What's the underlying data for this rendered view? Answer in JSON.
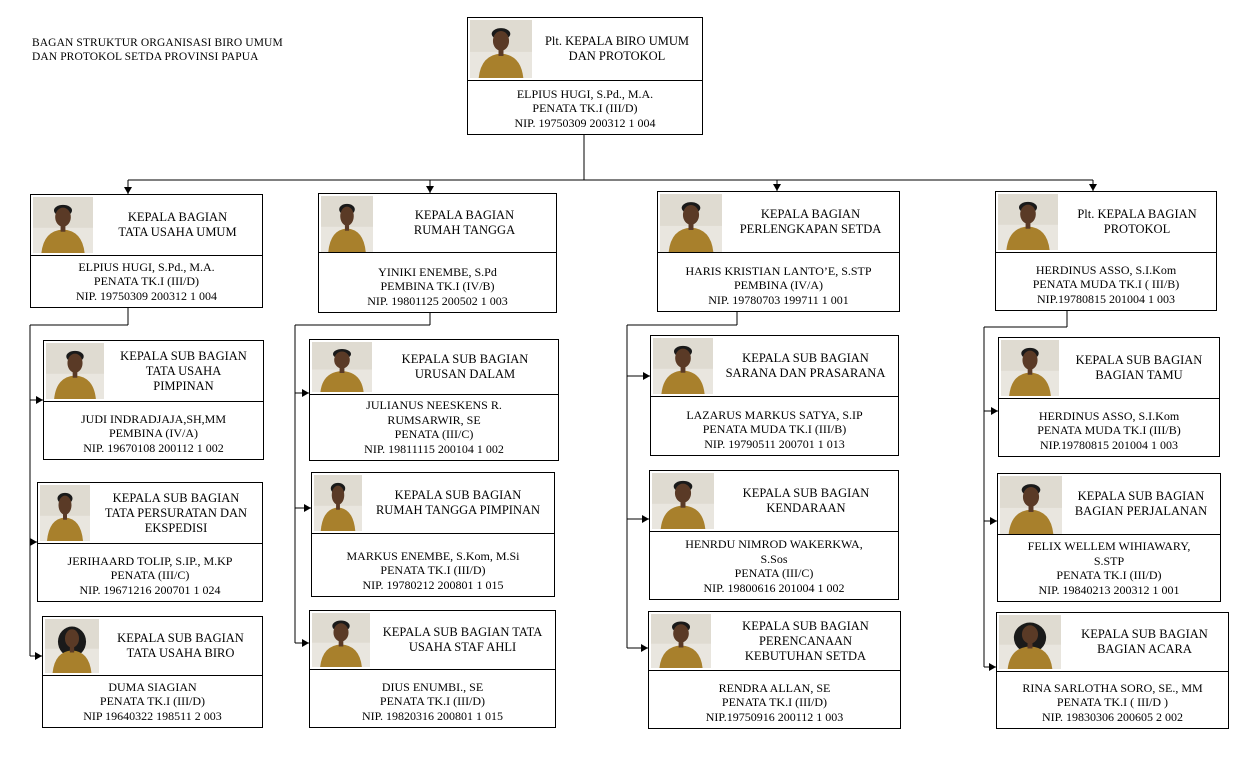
{
  "page_title": [
    "BAGAN STRUKTUR ORGANISASI BIRO UMUM",
    "DAN PROTOKOL SETDA PROVINSI PAPUA"
  ],
  "colors": {
    "line": "#000000",
    "uniform": "#a8802c",
    "skin": "#5a3a26",
    "hair": "#1a1a1a",
    "background_photo": "#e9e6df"
  },
  "units": [
    {
      "id": "head",
      "title": [
        "Plt. KEPALA BIRO UMUM",
        "DAN PROTOKOL"
      ],
      "name": [
        "ELPIUS HUGI, S.Pd., M.A."
      ],
      "rank": "PENATA TK.I (III/D)",
      "nip": "NIP. 19750309 200312 1 004"
    },
    {
      "id": "tu",
      "title": [
        "KEPALA BAGIAN",
        "TATA USAHA UMUM"
      ],
      "name": [
        "ELPIUS HUGI, S.Pd., M.A."
      ],
      "rank": "PENATA TK.I (III/D)",
      "nip": "NIP. 19750309 200312 1 004"
    },
    {
      "id": "rt",
      "title": [
        "KEPALA BAGIAN",
        "RUMAH TANGGA"
      ],
      "name": [
        "YINIKI ENEMBE, S.Pd"
      ],
      "rank": "PEMBINA TK.I (IV/B)",
      "nip": "NIP. 19801125 200502 1 003"
    },
    {
      "id": "pl",
      "title": [
        "KEPALA BAGIAN",
        "PERLENGKAPAN SETDA"
      ],
      "name": [
        "HARIS KRISTIAN LANTO’E, S.STP"
      ],
      "rank": "PEMBINA   (IV/A)",
      "nip": "NIP. 19780703 199711 1 001"
    },
    {
      "id": "pr",
      "title": [
        "Plt. KEPALA BAGIAN",
        "PROTOKOL"
      ],
      "name": [
        "HERDINUS ASSO, S.I.Kom"
      ],
      "rank": "PENATA MUDA TK.I ( III/B)",
      "nip": "NIP.19780815 201004 1 003"
    },
    {
      "id": "tu1",
      "title": [
        "KEPALA SUB BAGIAN",
        "TATA USAHA",
        "PIMPINAN"
      ],
      "name": [
        "JUDI INDRADJAJA,SH,MM"
      ],
      "rank": "PEMBINA  (IV/A)",
      "nip": "NIP. 19670108 200112 1 002"
    },
    {
      "id": "tu2",
      "title": [
        "KEPALA SUB BAGIAN",
        "TATA PERSURATAN DAN",
        "EKSPEDISI"
      ],
      "name": [
        "JERIHAARD TOLIP, S.IP., M.KP"
      ],
      "rank": "PENATA  (III/C)",
      "nip": "NIP. 19671216 200701 1 024"
    },
    {
      "id": "tu3",
      "title": [
        "KEPALA SUB BAGIAN",
        "TATA USAHA BIRO"
      ],
      "name": [
        "DUMA SIAGIAN"
      ],
      "rank": "PENATA TK.I (III/D)",
      "nip": "NIP 19640322 198511 2 003"
    },
    {
      "id": "rt1",
      "title": [
        "KEPALA SUB BAGIAN",
        "URUSAN DALAM"
      ],
      "name": [
        "JULIANUS NEESKENS R.",
        "RUMSARWIR, SE"
      ],
      "rank": "PENATA  (III/C)",
      "nip": "NIP. 19811115 200104 1 002"
    },
    {
      "id": "rt2",
      "title": [
        "KEPALA SUB BAGIAN",
        "RUMAH TANGGA PIMPINAN"
      ],
      "name": [
        "MARKUS ENEMBE, S.Kom, M.Si"
      ],
      "rank": "PENATA TK.I  (III/D)",
      "nip": "NIP. 19780212 200801 1 015"
    },
    {
      "id": "rt3",
      "title": [
        "KEPALA SUB BAGIAN TATA",
        "USAHA STAF AHLI"
      ],
      "name": [
        "DIUS ENUMBI., SE"
      ],
      "rank": "PENATA TK.I (III/D)",
      "nip": "NIP. 19820316 200801 1 015"
    },
    {
      "id": "pl1",
      "title": [
        "KEPALA SUB BAGIAN",
        "SARANA DAN PRASARANA"
      ],
      "name": [
        "LAZARUS MARKUS SATYA, S.IP"
      ],
      "rank": "PENATA MUDA TK.I  (III/B)",
      "nip": "NIP. 19790511 200701 1 013"
    },
    {
      "id": "pl2",
      "title": [
        "KEPALA SUB BAGIAN",
        "KENDARAAN"
      ],
      "name": [
        "HENRDU NIMROD WAKERKWA,",
        "S.Sos"
      ],
      "rank": "PENATA    (III/C)",
      "nip": "NIP. 19800616 201004 1 002"
    },
    {
      "id": "pl3",
      "title": [
        "KEPALA SUB BAGIAN",
        "PERENCANAAN",
        "KEBUTUHAN SETDA"
      ],
      "name": [
        "RENDRA ALLAN, SE"
      ],
      "rank": "PENATA TK.I (III/D)",
      "nip": "NIP.19750916 200112 1 003"
    },
    {
      "id": "pr1",
      "title": [
        "KEPALA SUB BAGIAN",
        "BAGIAN TAMU"
      ],
      "name": [
        "HERDINUS ASSO, S.I.Kom"
      ],
      "rank": "PENATA MUDA TK.I (III/B)",
      "nip": "NIP.19780815 201004 1 003"
    },
    {
      "id": "pr2",
      "title": [
        "KEPALA SUB BAGIAN",
        "BAGIAN PERJALANAN"
      ],
      "name": [
        "FELIX WELLEM WIHIAWARY,",
        "S.STP"
      ],
      "rank": "PENATA TK.I (III/D)",
      "nip": "NIP. 19840213 200312 1 001"
    },
    {
      "id": "pr3",
      "title": [
        "KEPALA SUB BAGIAN",
        "BAGIAN ACARA"
      ],
      "name": [
        "RINA SARLOTHA SORO, SE., MM"
      ],
      "rank": "PENATA TK.I (  III/D )",
      "nip": "NIP. 19830306 200605 2 002"
    }
  ]
}
